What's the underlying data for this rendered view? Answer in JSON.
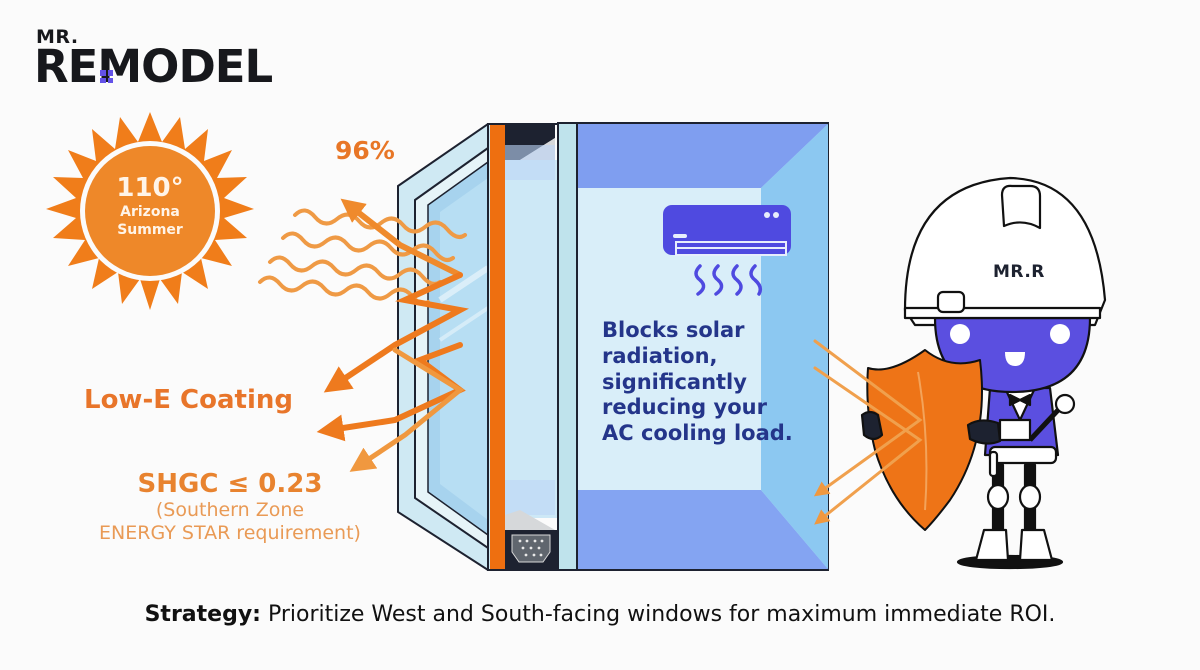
{
  "logo": {
    "prefix": "MR.",
    "name": "REMODEL",
    "name_left": "R",
    "name_right": "MODEL",
    "accent_color": "#6352e8"
  },
  "sun": {
    "temperature": "110°",
    "line1": "Arizona",
    "line2": "Summer",
    "color": "#f08a24"
  },
  "reflection": {
    "percent": "96%"
  },
  "coating": {
    "label": "Low-E Coating",
    "shgc": "SHGC ≤ 0.23",
    "note_line1": "(Southern Zone",
    "note_line2": "ENERGY STAR requirement)"
  },
  "room": {
    "icon": "air-conditioner-icon",
    "text": "Blocks solar radiation, significantly reducing your AC cooling load.",
    "line1": "Blocks solar",
    "line2": "radiation,",
    "line3": "significantly",
    "line4": "reducing your",
    "line5": "AC cooling load."
  },
  "mascot": {
    "helmet_label": "MR.R",
    "shield_color": "#ee7417",
    "body_color": "#5b4fe0"
  },
  "footer": {
    "strategy_label": "Strategy:",
    "strategy_text": " Prioritize West and South-facing windows for maximum immediate ROI."
  },
  "colors": {
    "orange": "#ef7a1f",
    "orange_light": "#f0973f",
    "room_blue": "#7fa2f2",
    "room_light": "#d8ecf8",
    "navy": "#24358a",
    "purple": "#5b4fe0"
  }
}
